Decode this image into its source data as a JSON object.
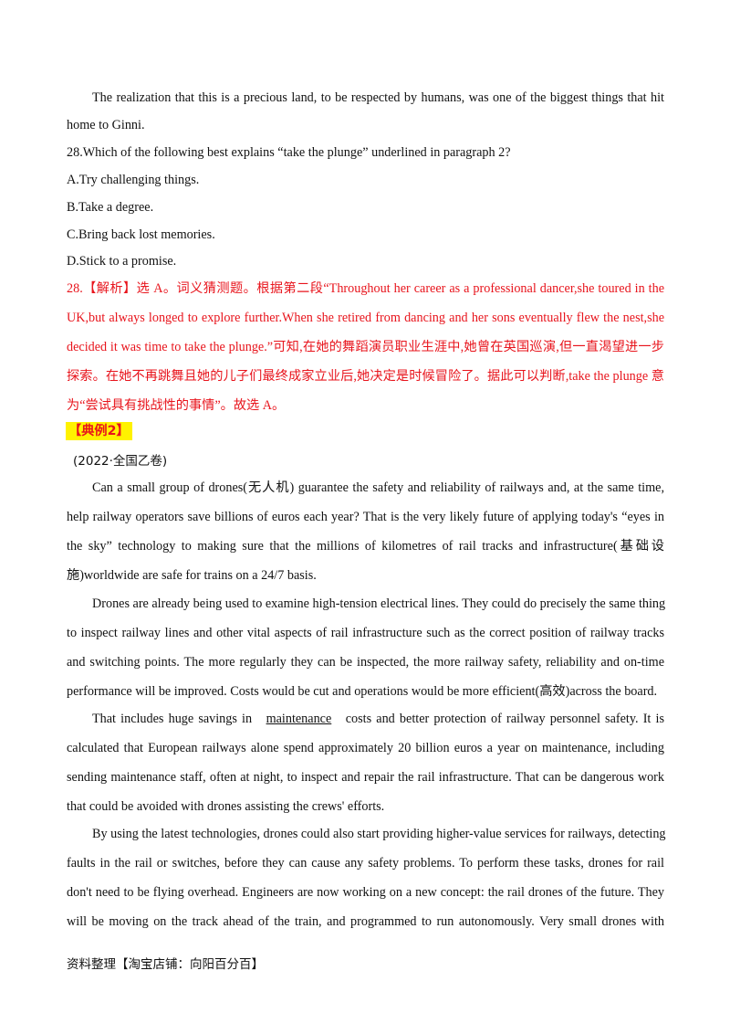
{
  "passage_top": {
    "lines": [
      "The realization that this is a precious land, to be respected by humans, was one of the biggest things that hit",
      "home to Ginni."
    ]
  },
  "question": {
    "stem": "28.Which of the following best explains “take the plunge” underlined in paragraph 2?",
    "options": [
      "A.Try challenging things.",
      "B.Take a degree.",
      "C.Bring back lost memories.",
      "D.Stick to a promise."
    ]
  },
  "analysis": {
    "lines": [
      "28.【解析】选 A。词义猜测题。根据第二段“Throughout her career as a professional dancer,she toured in the",
      "UK,but always longed to explore further.When she retired from dancing and her sons eventually flew the nest,she",
      "decided it was time to take the plunge.”可知,在她的舞蹈演员职业生涯中,她曾在英国巡演,但一直渴望进一步",
      "探索。在她不再跳舞且她的儿子们最终成家立业后,她决定是时候冒险了。据此可以判断,take the plunge 意",
      "为“尝试具有挑战性的事情”。故选 A。"
    ]
  },
  "example_tag": "【典例2】",
  "source": "(2022·全国乙卷)",
  "p1": {
    "lines": [
      "Can a small group of drones(无人机) guarantee the safety and reliability of railways and, at the same time,",
      "help railway operators save billions of euros each year? That is the very likely future of applying today's “eyes in",
      "the sky” technology to making sure that the millions of kilometres of rail tracks and infrastructure(基础设",
      "施)worldwide are safe for trains on a 24/7 basis."
    ]
  },
  "p2": {
    "lines": [
      "Drones are already being used to examine high-tension electrical lines. They could do precisely the same thing",
      "to inspect railway lines and other vital aspects of rail infrastructure such as the correct position of railway tracks",
      "and switching points. The more regularly they can be inspected, the more railway safety, reliability and on-time",
      "performance will be improved. Costs would be cut and operations would be more efficient(高效)across the board."
    ]
  },
  "p3": {
    "first_pre": "That includes huge savings in",
    "underlined": "maintenance",
    "first_post": "costs and better protection of railway personnel safety. It is",
    "lines": [
      "calculated that European railways alone spend approximately 20 billion euros a year on maintenance, including",
      "sending maintenance staff, often at night, to inspect and repair the rail infrastructure. That can be dangerous work",
      "that could be avoided with drones assisting the crews' efforts."
    ]
  },
  "p4": {
    "lines": [
      "By using the latest technologies, drones could also start providing higher-value services for railways, detecting",
      "faults in the rail or switches, before they can cause any safety problems. To perform these tasks, drones for rail",
      "don't need to be flying overhead. Engineers are now working on a new concept: the rail drones of the future. They",
      "will be moving on the track ahead of the train, and programmed to run autonomously. Very small drones with"
    ]
  },
  "footer": "资料整理【淘宝店铺：向阳百分百】",
  "colors": {
    "analysis_red": "#e8141c",
    "tag_bg": "#fff200"
  }
}
